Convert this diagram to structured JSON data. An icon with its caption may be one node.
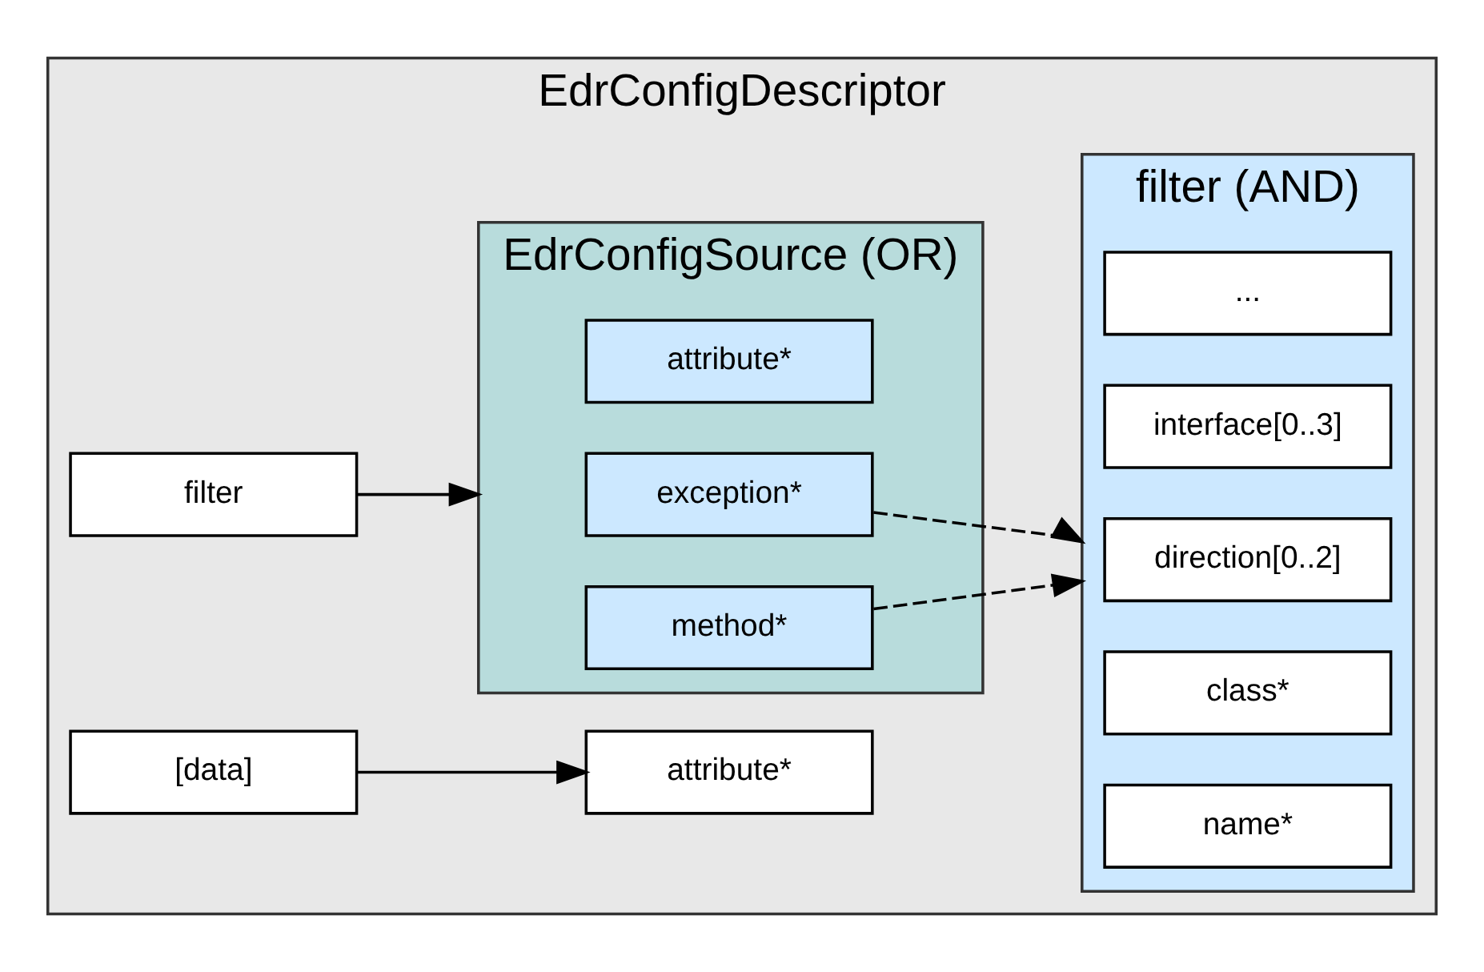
{
  "diagram": {
    "nodes": [
      {
        "text": [
          "EdrConfigDescriptor"
        ]
      },
      {
        "text": [
          "filter"
        ],
        "in": 0
      },
      {
        "text": [
          "EdrConfigSource (OR)"
        ],
        "in": 0
      },
      {
        "text": [
          "method*"
        ],
        "in": 2
      },
      {
        "text": [
          "exception*"
        ],
        "in": 2
      },
      {
        "text": [
          "attribute*"
        ],
        "in": 2
      },
      {
        "text": [
          "filter (AND)"
        ],
        "in": 0
      },
      {
        "text": [
          "name*"
        ],
        "in": 6
      },
      {
        "text": [
          "class*"
        ],
        "in": 6
      },
      {
        "text": [
          "direction[0..2]"
        ],
        "in": 6
      },
      {
        "text": [
          "interface[0..3]"
        ],
        "in": 6
      },
      {
        "text": [
          "..."
        ],
        "in": 6
      },
      {
        "text": [
          "[data]"
        ],
        "in": 0
      },
      {
        "text": [
          "attribute*"
        ],
        "in": 0
      }
    ],
    "edges": [
      {
        "from": 1,
        "to": 2,
        "arrow": "to"
      },
      {
        "from": 3,
        "to": 6,
        "arrow": "to",
        "style": "dashed"
      },
      {
        "from": 4,
        "to": 6,
        "arrow": "to",
        "style": "dashed"
      },
      {
        "from": 12,
        "to": 13,
        "arrow": "to"
      }
    ]
  }
}
